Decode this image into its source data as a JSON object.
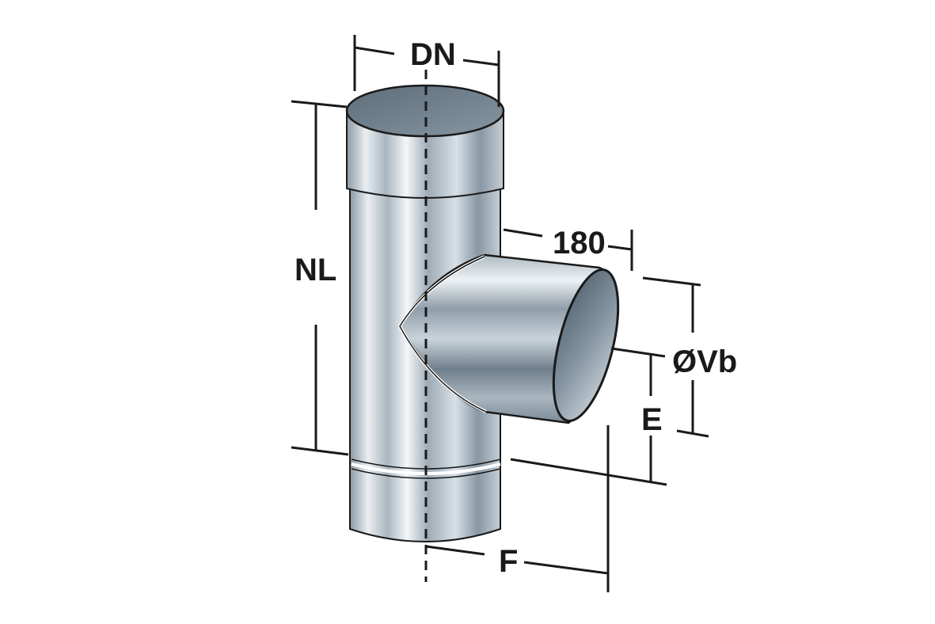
{
  "labels": {
    "dn": "DN",
    "nl": "NL",
    "branch_length": "180",
    "vb": "ØVb",
    "e": "E",
    "f": "F"
  },
  "colors": {
    "line": "#1a1a1a",
    "pipe_dark": "#6b7c8a",
    "pipe_light": "#f2f5f7",
    "pipe_mid": "#b6c2cb",
    "interior": "#7d8c97"
  }
}
